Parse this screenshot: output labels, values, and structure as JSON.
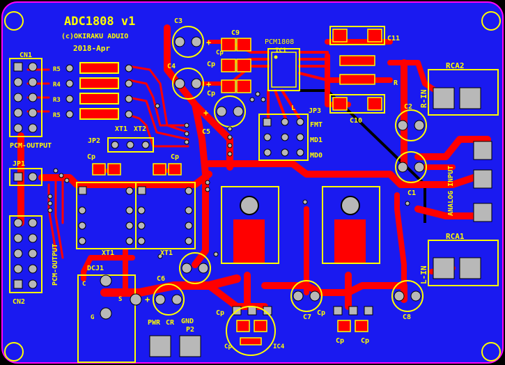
{
  "title": "ADC1808  v1",
  "copyright": "(c)OKIRAKU ADUIO",
  "date": "2018-Apr",
  "chip": "PCM1808",
  "colors": {
    "copper_top": "#ff0000",
    "copper_bottom": "#1a1af0",
    "silkscreen": "#ffff00",
    "pad": "#b8b8b8",
    "outline": "#ff00ff",
    "background": "#000000"
  },
  "labels": {
    "cn1": "CN1",
    "cn2": "CN2",
    "pcm_output": "PCM-OUTPUT",
    "pcm_output_2": "PCM-OUTPUT",
    "jp1": "JP1",
    "jp2": "JP2",
    "jp3": "JP3",
    "xt1a": "XT1",
    "xt2": "XT2",
    "xt_left": "XT1",
    "xt_right": "XT1",
    "r5a": "R5",
    "r4": "R4",
    "r3": "R3",
    "r5b": "R5",
    "ic1": "IC1",
    "c3": "C3",
    "c4": "C4",
    "c5": "C5",
    "c6": "C6",
    "c7": "C7",
    "c8": "C8",
    "c9": "C9",
    "c10": "C10",
    "c11": "C11",
    "c1": "C1",
    "c2": "C2",
    "cp1": "Cp",
    "cp2": "Cp",
    "cp3": "Cp",
    "cp4": "Cp",
    "cp5": "Cp",
    "cp6": "Cp",
    "cp7": "Cp",
    "cp8": "Cp",
    "cp9": "Cp",
    "cp10": "Cp",
    "fmt": "FMT",
    "md1": "MD1",
    "md0": "MD0",
    "l": "L",
    "r": "R",
    "rca2": "RCA2",
    "rca1": "RCA1",
    "r_in": "R-IN",
    "l_in": "L-IN",
    "analog_input": "ANALOG INPUT",
    "dcj1": "DCJ1",
    "pwr": "PWR",
    "gnd": "GND",
    "p2": "P2",
    "cr": "CR",
    "g": "G",
    "s": "S",
    "c": "C",
    "ic4": "IC4",
    "plus": "+"
  }
}
